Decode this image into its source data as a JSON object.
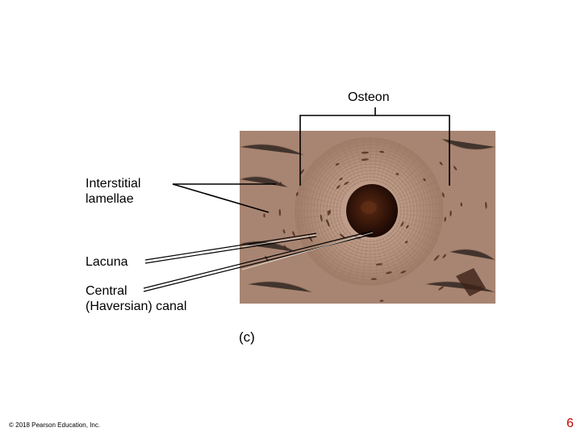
{
  "labels": {
    "osteon": "Osteon",
    "interstitial_lamellae": [
      "Interstitial",
      "lamellae"
    ],
    "lacuna": "Lacuna",
    "central_canal": [
      "Central",
      "(Haversian) canal"
    ],
    "panel": "(c)"
  },
  "footer": {
    "copyright": "© 2018 Pearson Education, Inc.",
    "page_number": "6"
  },
  "colors": {
    "tissue": "#b58f7c",
    "canal": "#3a1a0d",
    "page_number": "#c00000"
  }
}
